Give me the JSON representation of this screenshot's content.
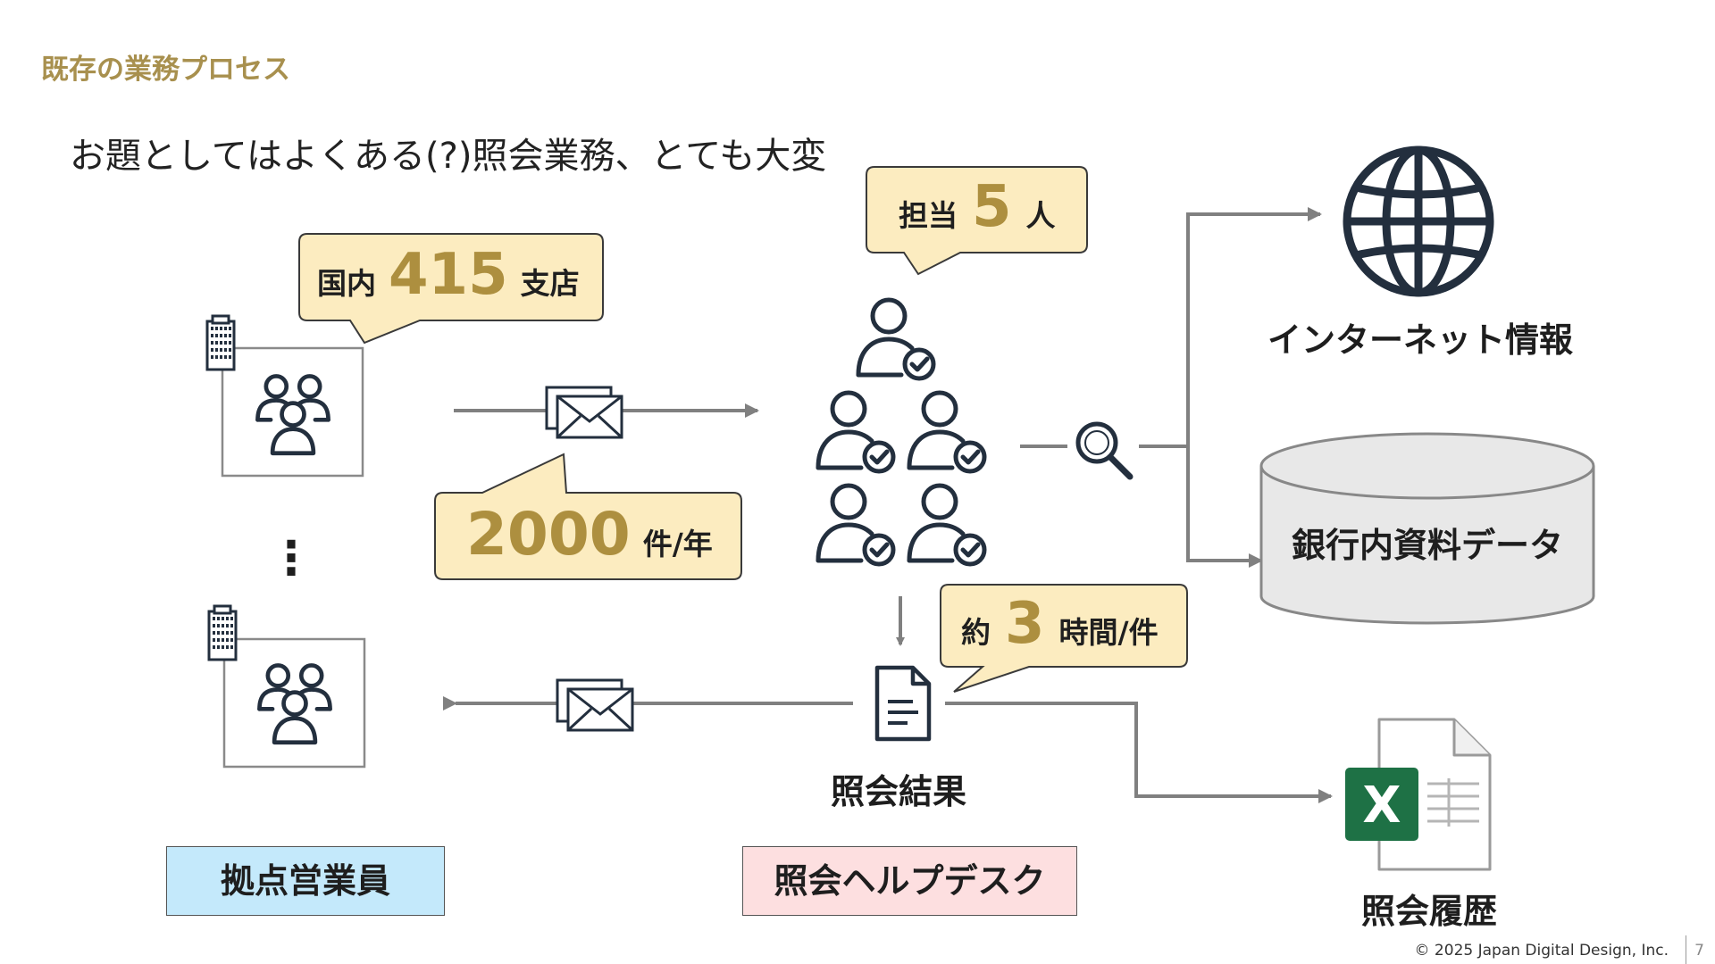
{
  "header": {
    "section_title": "既存の業務プロセス",
    "subtitle": "お題としてはよくある(?)照会業務、とても大変"
  },
  "bubbles": {
    "branches": {
      "prefix": "国内",
      "number": "415",
      "suffix": "支店"
    },
    "staff": {
      "prefix": "担当",
      "number": "5",
      "suffix": "人"
    },
    "volume": {
      "number": "2000",
      "suffix": "件/年"
    },
    "time": {
      "prefix": "約",
      "number": "3",
      "suffix": "時間/件"
    }
  },
  "nodes": {
    "ellipsis": "⋮",
    "internet": "インターネット情報",
    "bank_data": "銀行内資料データ",
    "result": "照会結果",
    "history": "照会履歴",
    "excel_letter": "X"
  },
  "roles": {
    "sales": "拠点営業員",
    "helpdesk": "照会ヘルプデスク"
  },
  "colors": {
    "accent_gold": "#ad8f3f",
    "bubble_fill": "#fcecc0",
    "sales_fill": "#c4e9fb",
    "helpdesk_fill": "#fddfe0",
    "excel_green": "#1e7145",
    "arrow_gray": "#808080"
  },
  "footer": {
    "copyright": "© 2025 Japan Digital Design, Inc.",
    "page": "7"
  }
}
